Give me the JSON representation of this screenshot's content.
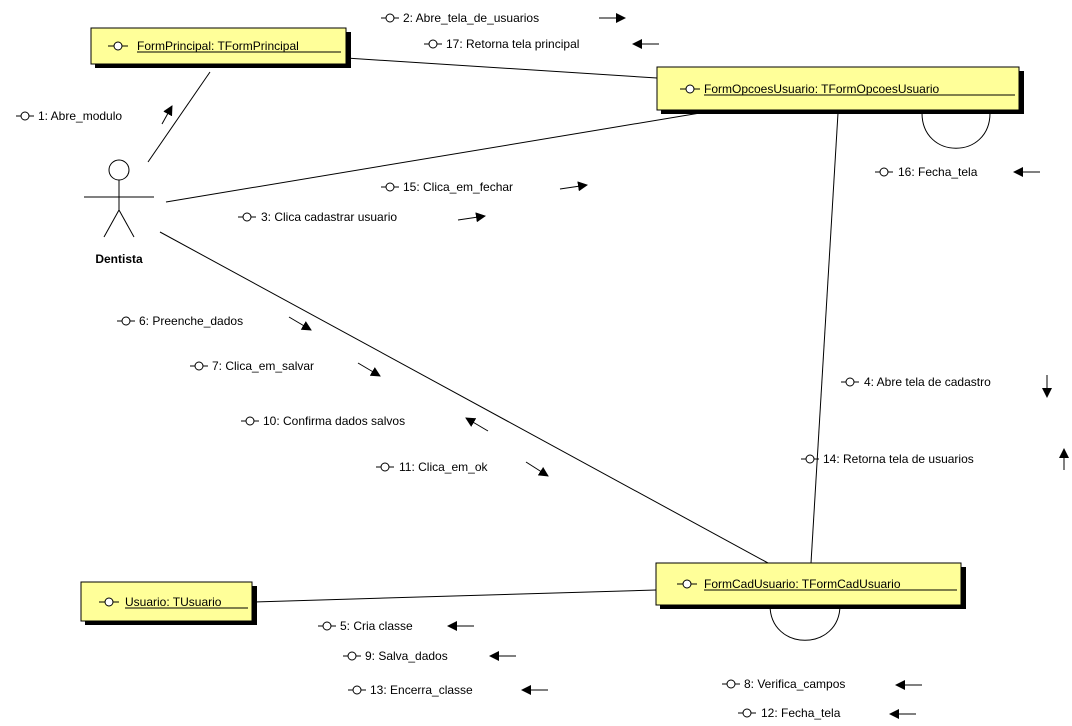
{
  "actor": {
    "name": "Dentista"
  },
  "objects": {
    "form_principal": "FormPrincipal: TFormPrincipal",
    "form_opcoes_usuario": "FormOpcoesUsuario: TFormOpcoesUsuario",
    "form_cad_usuario": "FormCadUsuario: TFormCadUsuario",
    "usuario": "Usuario: TUsuario"
  },
  "messages": {
    "m1": "1: Abre_modulo",
    "m2": "2: Abre_tela_de_usuarios",
    "m3": "3: Clica cadastrar usuario",
    "m4": "4: Abre tela de cadastro",
    "m5": "5: Cria classe",
    "m6": "6: Preenche_dados",
    "m7": "7: Clica_em_salvar",
    "m8": "8: Verifica_campos",
    "m9": "9: Salva_dados",
    "m10": "10: Confirma dados salvos",
    "m11": "11: Clica_em_ok",
    "m12": "12: Fecha_tela",
    "m13": "13: Encerra_classe",
    "m14": "14: Retorna tela de usuarios",
    "m15": "15: Clica_em_fechar",
    "m16": "16: Fecha_tela",
    "m17": "17: Retorna tela principal"
  }
}
